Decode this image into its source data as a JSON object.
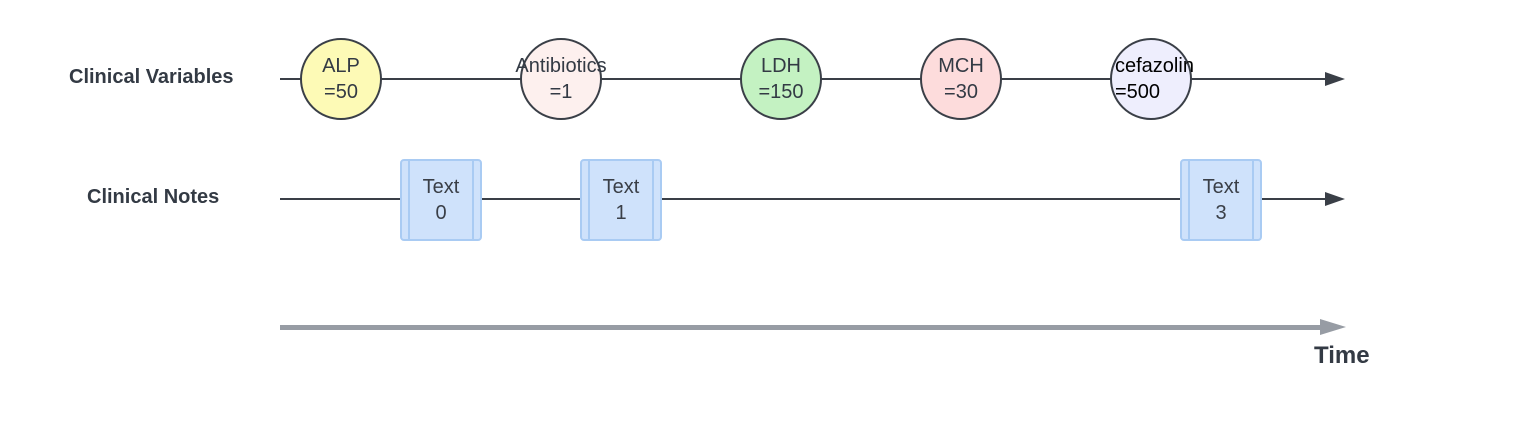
{
  "rows": {
    "variables_label": "Clinical Variables",
    "notes_label": "Clinical Notes"
  },
  "variables": [
    {
      "name": "ALP",
      "value": "=50",
      "fill": "#fdfab6"
    },
    {
      "name": "Antibiotics",
      "value": "=1",
      "fill": "#fdf0ee"
    },
    {
      "name": "LDH",
      "value": "=150",
      "fill": "#c4f2c2"
    },
    {
      "name": "MCH",
      "value": "=30",
      "fill": "#fddcdc"
    },
    {
      "name": "cefazolin",
      "value": "=500",
      "fill": "#eeeefd"
    }
  ],
  "notes": [
    {
      "label": "Text",
      "index": "0"
    },
    {
      "label": "Text",
      "index": "1"
    },
    {
      "label": "Text",
      "index": "3"
    }
  ],
  "time_axis": {
    "label": "Time"
  },
  "colors": {
    "line": "#3a3f47",
    "time_axis": "#979ca4",
    "note_fill": "#cfe2fb",
    "note_border": "#a9cbf3"
  }
}
